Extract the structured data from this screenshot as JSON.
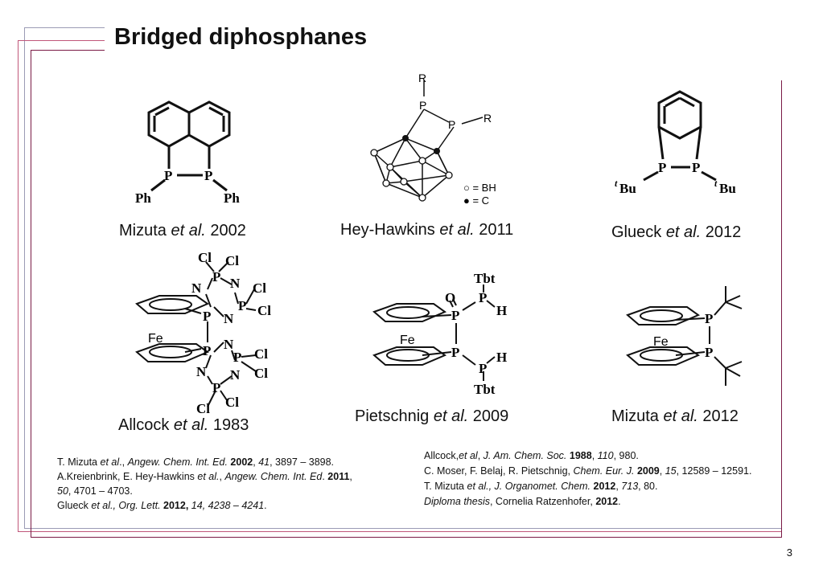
{
  "title": "Bridged diphosphanes",
  "captions": [
    {
      "author": "Mizuta",
      "etal": "et al.",
      "year": "2002"
    },
    {
      "author": "Hey-Hawkins",
      "etal": "et al.",
      "year": "2011"
    },
    {
      "author": "Glueck",
      "etal": "et al.",
      "year": "2012"
    },
    {
      "author": "Allcock",
      "etal": "et al.",
      "year": "1983"
    },
    {
      "author": "Pietschnig",
      "etal": "et al.",
      "year": "2009"
    },
    {
      "author": "Mizuta",
      "etal": "et al.",
      "year": "2012"
    }
  ],
  "labels": {
    "p": "P",
    "ph": "Ph",
    "r": "R",
    "bh_legend": "○ = BH",
    "c_legend": "● = C",
    "tbu": "Bu",
    "t": "t",
    "cl": "Cl",
    "n": "N",
    "fe": "Fe",
    "o": "O",
    "tbt": "Tbt",
    "h": "H"
  },
  "refs_left": [
    {
      "a": "T. Mizuta ",
      "b": "et al",
      "c": "., ",
      "d": "Angew. Chem. Int. Ed.",
      "e": " ",
      "f": "2002",
      "g": ", ",
      "h": "41",
      "i": ", 3897 – 3898."
    },
    {
      "a": "A.Kreienbrink, E. Hey-Hawkins ",
      "b": "et al.",
      "c": ", ",
      "d": "Angew. Chem. Int. Ed",
      "e": ". ",
      "f": "2011",
      "g": ","
    },
    {
      "a": "50",
      "b": ", 4701 – 4703."
    },
    {
      "a": "Glueck ",
      "b": "et al., Org. Lett.",
      "c": " ",
      "d": "2012,",
      "e": " ",
      "f": "14, 4238 – 4241",
      "g": "."
    }
  ],
  "refs_right": [
    {
      "a": "Allcock,",
      "b": "et al",
      "c": ", ",
      "d": "J. Am. Chem. Soc.",
      "e": " ",
      "f": "1988",
      "g": ", ",
      "h": "110",
      "i": ", 980."
    },
    {
      "a": "C. Moser, F. Belaj, R. Pietschnig, ",
      "b": "Chem. Eur. J.",
      "c": " ",
      "d": "2009",
      "e": ", ",
      "f": "15",
      "g": ", 12589 – 12591."
    },
    {
      "a": "T. Mizuta ",
      "b": "et al., J. Organomet. Chem.",
      "c": " ",
      "d": "2012",
      "e": ", ",
      "f": "713",
      "g": ", 80."
    },
    {
      "a": "Diploma thesis",
      "b": ", Cornelia Ratzenhofer, ",
      "c": "2012",
      "d": "."
    }
  ],
  "page_number": "3"
}
